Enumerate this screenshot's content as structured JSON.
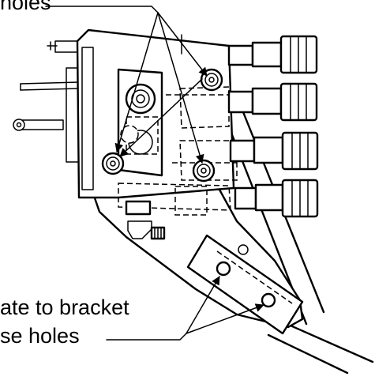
{
  "labels": {
    "top": "holes",
    "bottom_line1": "ate to bracket",
    "bottom_line2": "se holes"
  },
  "colors": {
    "ink": "#000000",
    "background": "#ffffff"
  }
}
